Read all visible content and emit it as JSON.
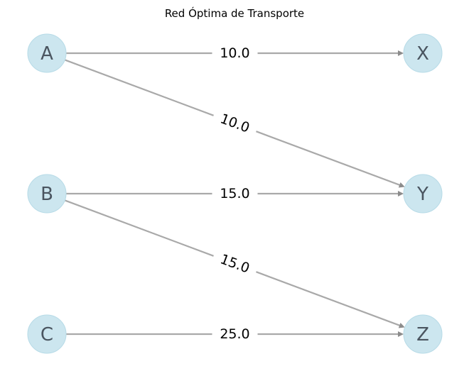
{
  "title": "Red Óptima de Transporte",
  "colors": {
    "node_fill": "#cce6ef",
    "node_stroke": "#b7dbe7",
    "edge": "#a9a9a9",
    "node_text": "#4a5560"
  },
  "nodes": [
    {
      "id": "A",
      "label": "A"
    },
    {
      "id": "B",
      "label": "B"
    },
    {
      "id": "C",
      "label": "C"
    },
    {
      "id": "X",
      "label": "X"
    },
    {
      "id": "Y",
      "label": "Y"
    },
    {
      "id": "Z",
      "label": "Z"
    }
  ],
  "edges": [
    {
      "from": "A",
      "to": "X",
      "flow": "10.0"
    },
    {
      "from": "A",
      "to": "Y",
      "flow": "10.0"
    },
    {
      "from": "B",
      "to": "Y",
      "flow": "15.0"
    },
    {
      "from": "B",
      "to": "Z",
      "flow": "15.0"
    },
    {
      "from": "C",
      "to": "Z",
      "flow": "25.0"
    }
  ]
}
